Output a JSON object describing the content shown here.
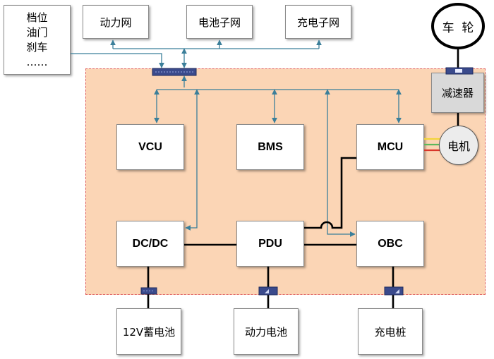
{
  "inputs": {
    "lines": [
      "档位",
      "油门",
      "刹车",
      "……"
    ]
  },
  "networks": {
    "power": "动力网",
    "battery": "电池子网",
    "charging": "充电子网"
  },
  "wheel": "车  轮",
  "reducer": "减速器",
  "motor": "电机",
  "controllers": {
    "vcu": "VCU",
    "bms": "BMS",
    "mcu": "MCU",
    "dcdc": "DC/DC",
    "pdu": "PDU",
    "obc": "OBC"
  },
  "external": {
    "aux_battery": "12V蓄电池",
    "traction_battery": "动力电池",
    "charger": "充电桩"
  },
  "colors": {
    "zone_fill": "#fbd5b5",
    "zone_border": "#e06464",
    "signal_line": "#3b7f9a",
    "connector": "#3a4a8c",
    "phase_yellow": "#f2d43a",
    "phase_green": "#5cb85c",
    "phase_red": "#d9362b"
  }
}
